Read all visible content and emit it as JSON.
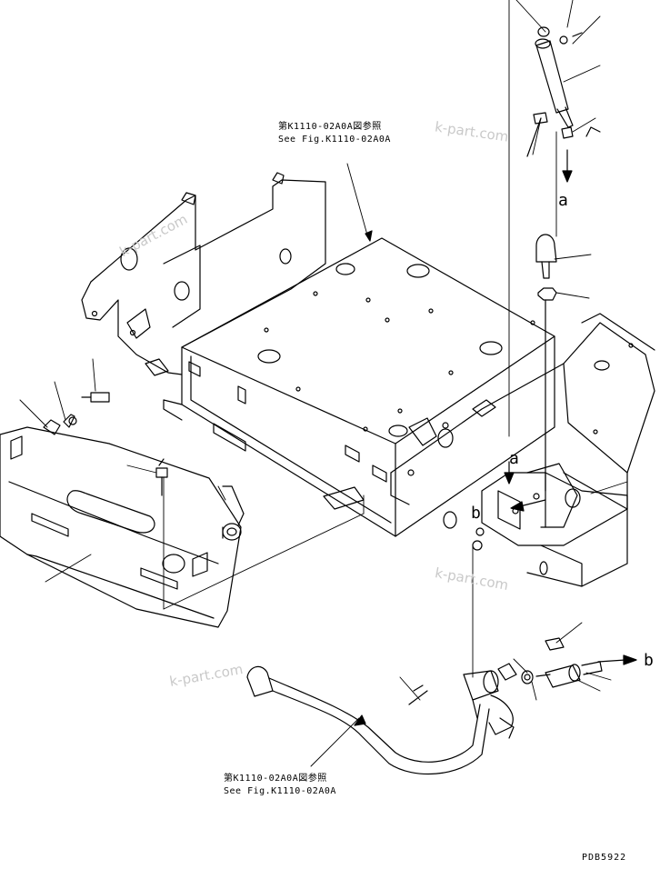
{
  "references": {
    "upper": {
      "jp": "第K1110-02A0A図参照",
      "en": "See Fig.K1110-02A0A"
    },
    "lower": {
      "jp": "第K1110-02A0A図参照",
      "en": "See Fig.K1110-02A0A"
    }
  },
  "callouts": [
    "a",
    "a",
    "b",
    "b"
  ],
  "watermarks": [
    "k-part.com",
    "k-part.com",
    "k-part.com",
    "k-part.com"
  ],
  "drawing_code": "PDB5922"
}
